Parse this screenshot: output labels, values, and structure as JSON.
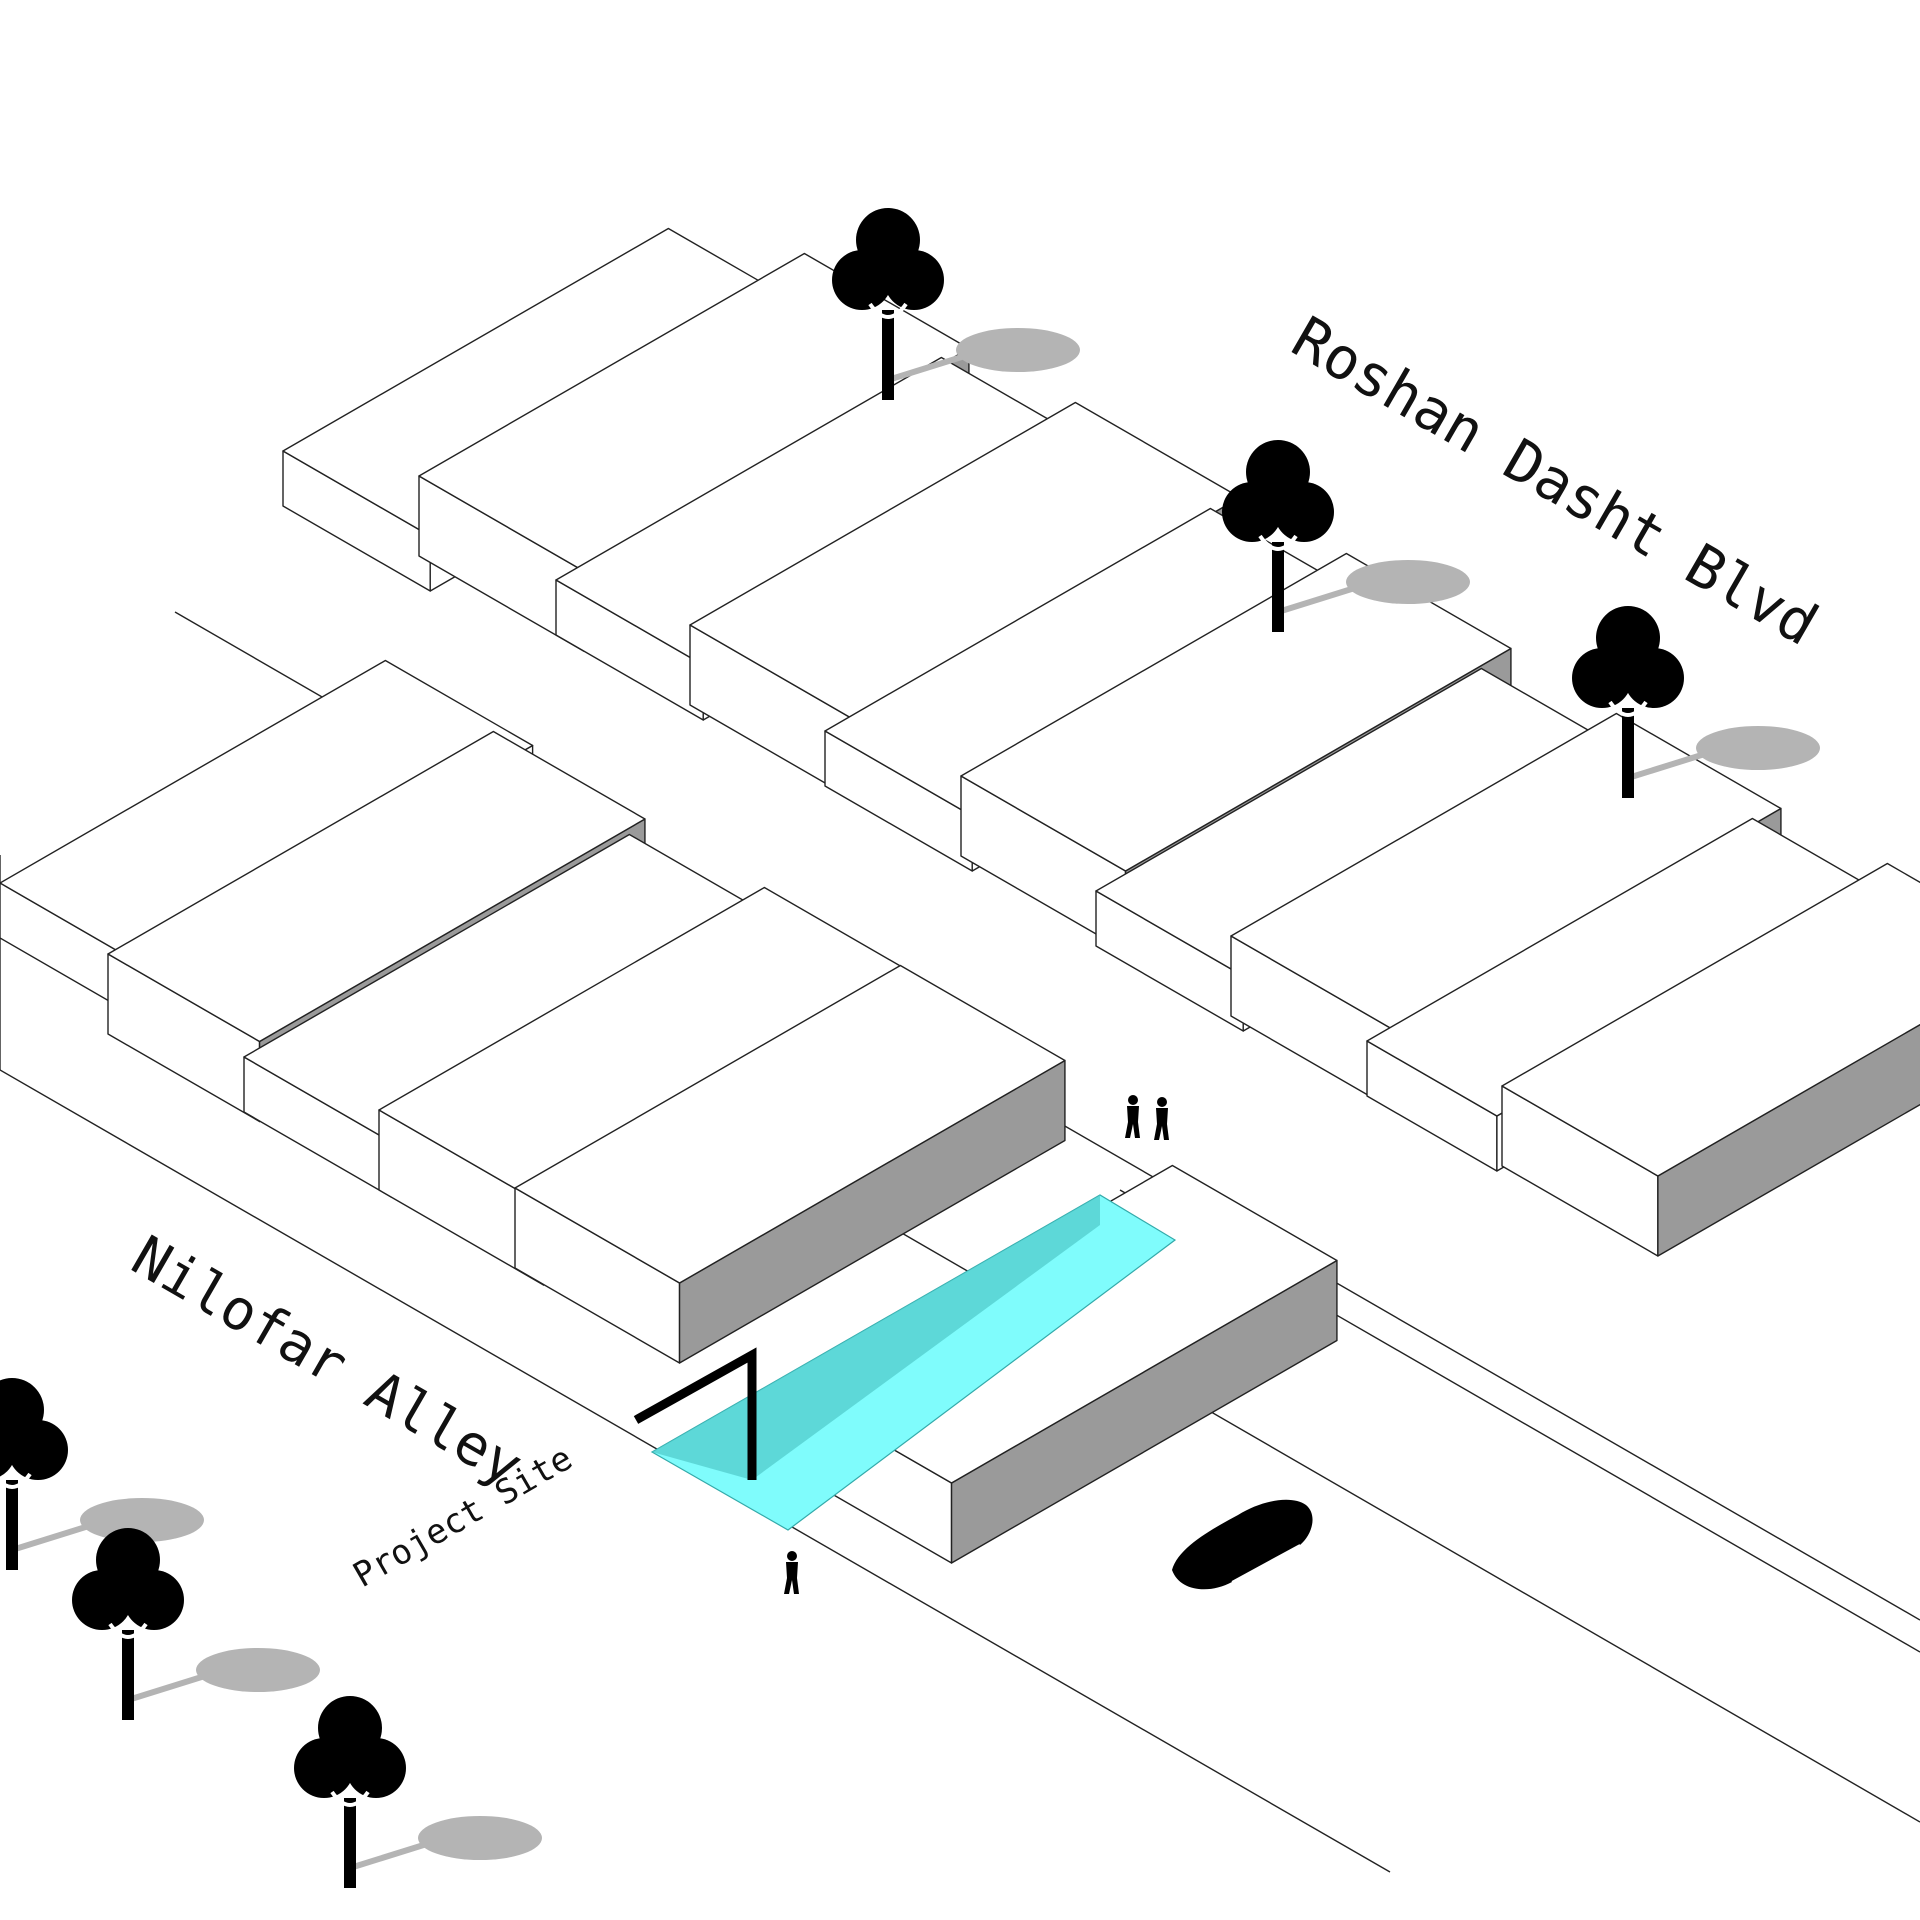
{
  "labels": {
    "blvd": "Roshan Dasht Blvd",
    "alley": "Nilofar Alley",
    "site": "Project Site"
  },
  "colors": {
    "background": "#ffffff",
    "roof": "#ffffff",
    "side_face": "#9a9a9a",
    "front_face": "#ffffff",
    "site": "#7ffcfc",
    "site_shade": "#4ec9c9",
    "tree": "#000000",
    "tree_shadow": "#b4b4b4",
    "line": "#222222"
  },
  "icons": [
    "tree-icon",
    "tree-shadow-icon",
    "person-icon",
    "car-icon"
  ]
}
